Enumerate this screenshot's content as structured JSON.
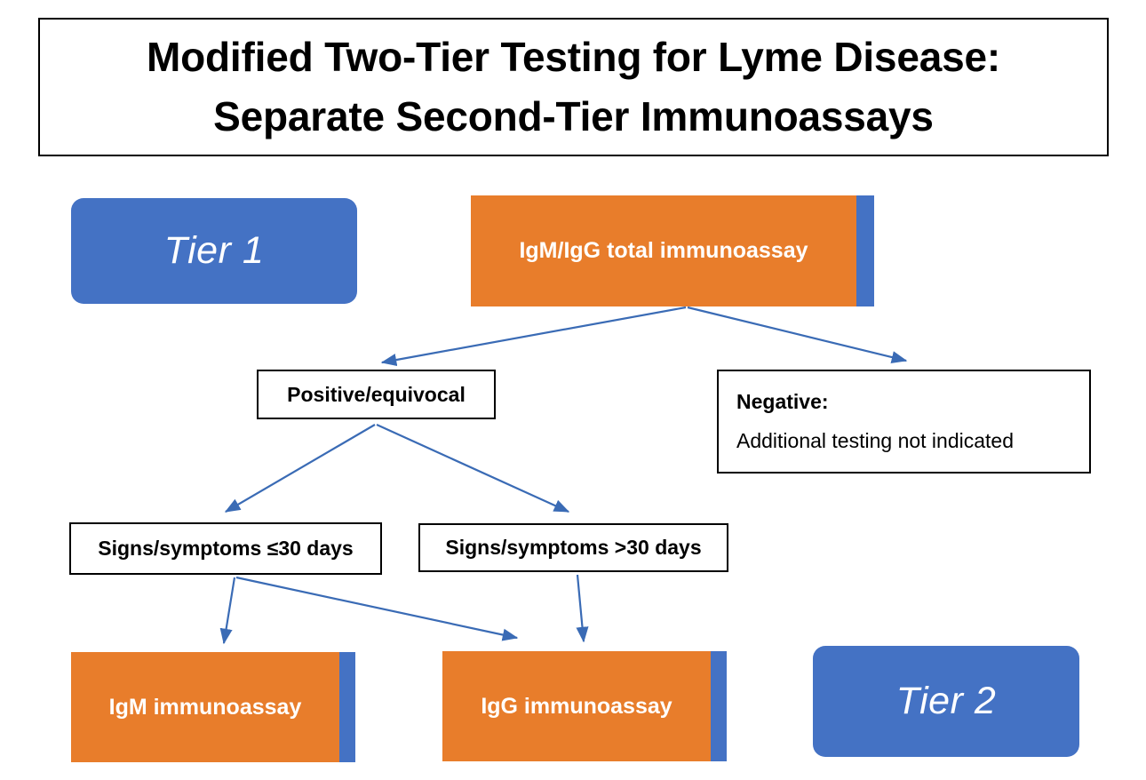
{
  "title": {
    "line1": "Modified Two-Tier Testing for Lyme Disease:",
    "line2": "Separate Second-Tier Immunoassays"
  },
  "colors": {
    "orange": "#E87D2B",
    "blue": "#4472C4",
    "arrow": "#3A6BB5",
    "border": "#000000",
    "text_on_fill": "#FFFFFF",
    "text": "#000000"
  },
  "tiers": [
    {
      "id": "tier1",
      "label": "Tier 1"
    },
    {
      "id": "tier2",
      "label": "Tier 2"
    }
  ],
  "nodes": {
    "total_immunoassay": {
      "label": "IgM/IgG total immunoassay",
      "style": "orange"
    },
    "positive_equivocal": {
      "label": "Positive/equivocal",
      "style": "outlined"
    },
    "negative": {
      "heading": "Negative:",
      "body": "Additional testing not indicated",
      "style": "outlined"
    },
    "signs_le_30": {
      "label": "Signs/symptoms ≤30 days",
      "style": "outlined"
    },
    "signs_gt_30": {
      "label": "Signs/symptoms >30 days",
      "style": "outlined"
    },
    "igm_immunoassay": {
      "label": "IgM immunoassay",
      "style": "orange"
    },
    "igg_immunoassay": {
      "label": "IgG immunoassay",
      "style": "orange"
    }
  },
  "edges": [
    {
      "from": "total_immunoassay",
      "to": "positive_equivocal"
    },
    {
      "from": "total_immunoassay",
      "to": "negative"
    },
    {
      "from": "positive_equivocal",
      "to": "signs_le_30"
    },
    {
      "from": "positive_equivocal",
      "to": "signs_gt_30"
    },
    {
      "from": "signs_le_30",
      "to": "igm_immunoassay"
    },
    {
      "from": "signs_le_30",
      "to": "igg_immunoassay"
    },
    {
      "from": "signs_gt_30",
      "to": "igg_immunoassay"
    }
  ]
}
